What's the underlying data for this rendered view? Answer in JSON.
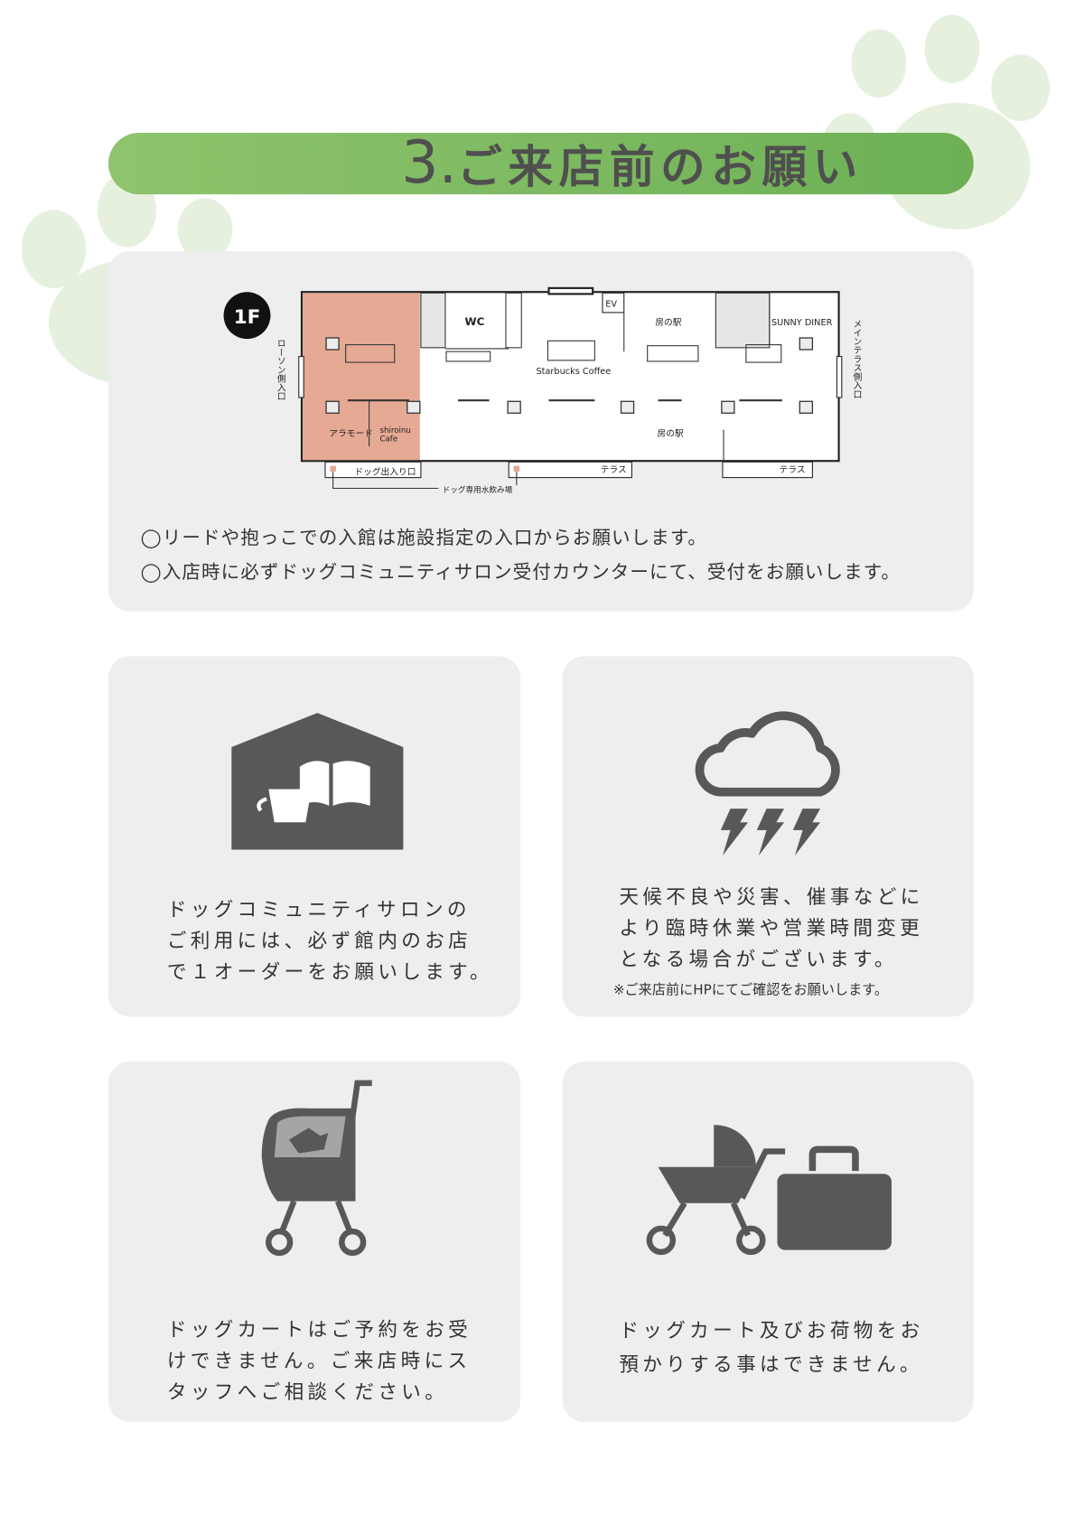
{
  "header": {
    "number": "3.",
    "title": "ご来店前のお願い"
  },
  "map": {
    "floor": "1F",
    "left_entrance": "ローソン側入口",
    "right_entrance": "メインテラス側入口",
    "wc": "WC",
    "ev": "EV",
    "starbucks": "Starbucks Coffee",
    "fusa_top": "房の駅",
    "fusa_bottom": "房の駅",
    "sunny": "SUNNY DINER",
    "alamode": "アラモード",
    "shiroinu": [
      "shiroinu",
      "Cafe"
    ],
    "dog_entrance": "ドッグ出入り口",
    "terrace1": "テラス",
    "terrace2": "テラス",
    "water": "ドッグ専用水飲み場",
    "colors": {
      "dog_area": "#e5a994",
      "door": "#e00000"
    }
  },
  "notes": [
    "◯リードや抱っこでの入館は施設指定の入口からお願いします。",
    "◯入店時に必ずドッグコミュニティサロン受付カウンターにて、受付をお願いします。"
  ],
  "cards": [
    {
      "icon": "house-cafe-book-icon",
      "lines": [
        "ドッグコミュニティサロンの",
        "ご利用には、必ず館内のお店",
        "で１オーダーをお願いします。"
      ]
    },
    {
      "icon": "storm-cloud-icon",
      "lines": [
        "天候不良や災害、催事などに",
        "より臨時休業や営業時間変更",
        "となる場合がございます。"
      ],
      "note": "※ご来店前にHPにてご確認をお願いします。"
    },
    {
      "icon": "dog-cart-icon",
      "lines": [
        "ドッグカートはご予約をお受",
        "けできません。ご来店時にス",
        "タッフへご相談ください。"
      ]
    },
    {
      "icon": "stroller-luggage-icon",
      "lines": [
        "ドッグカート及びお荷物をお",
        "預かりする事はできません。"
      ]
    }
  ],
  "colors": {
    "green": "#7ab860",
    "card": "#eeeeee",
    "icon": "#595757"
  }
}
